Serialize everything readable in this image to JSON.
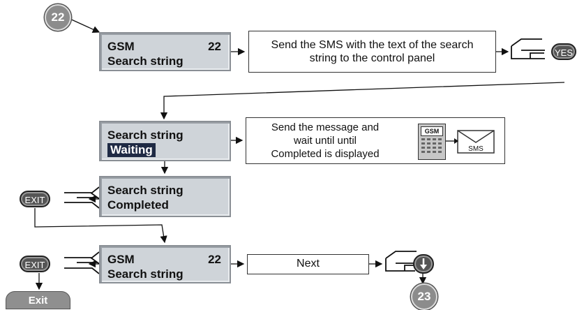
{
  "steps": {
    "start_badge": "22",
    "end_badge": "23"
  },
  "lcd1": {
    "line1": "GSM",
    "number": "22",
    "line2": "Search string"
  },
  "lcd2": {
    "line1": "Search string",
    "line2": "Waiting"
  },
  "lcd3": {
    "line1": "Search string",
    "line2": "Completed"
  },
  "lcd4": {
    "line1": "GSM",
    "number": "22",
    "line2": "Search string"
  },
  "messages": {
    "send_sms": "Send the SMS with the text of the search string to the control panel",
    "send_wait_l1": "Send the message and",
    "send_wait_l2": "wait until until",
    "send_wait_l3": "Completed is displayed",
    "next": "Next"
  },
  "keys": {
    "yes": "YES",
    "exit1": "EXIT",
    "exit2": "EXIT"
  },
  "phone": {
    "screen_label": "GSM",
    "sms_label": "SMS"
  },
  "exit_button": "Exit"
}
